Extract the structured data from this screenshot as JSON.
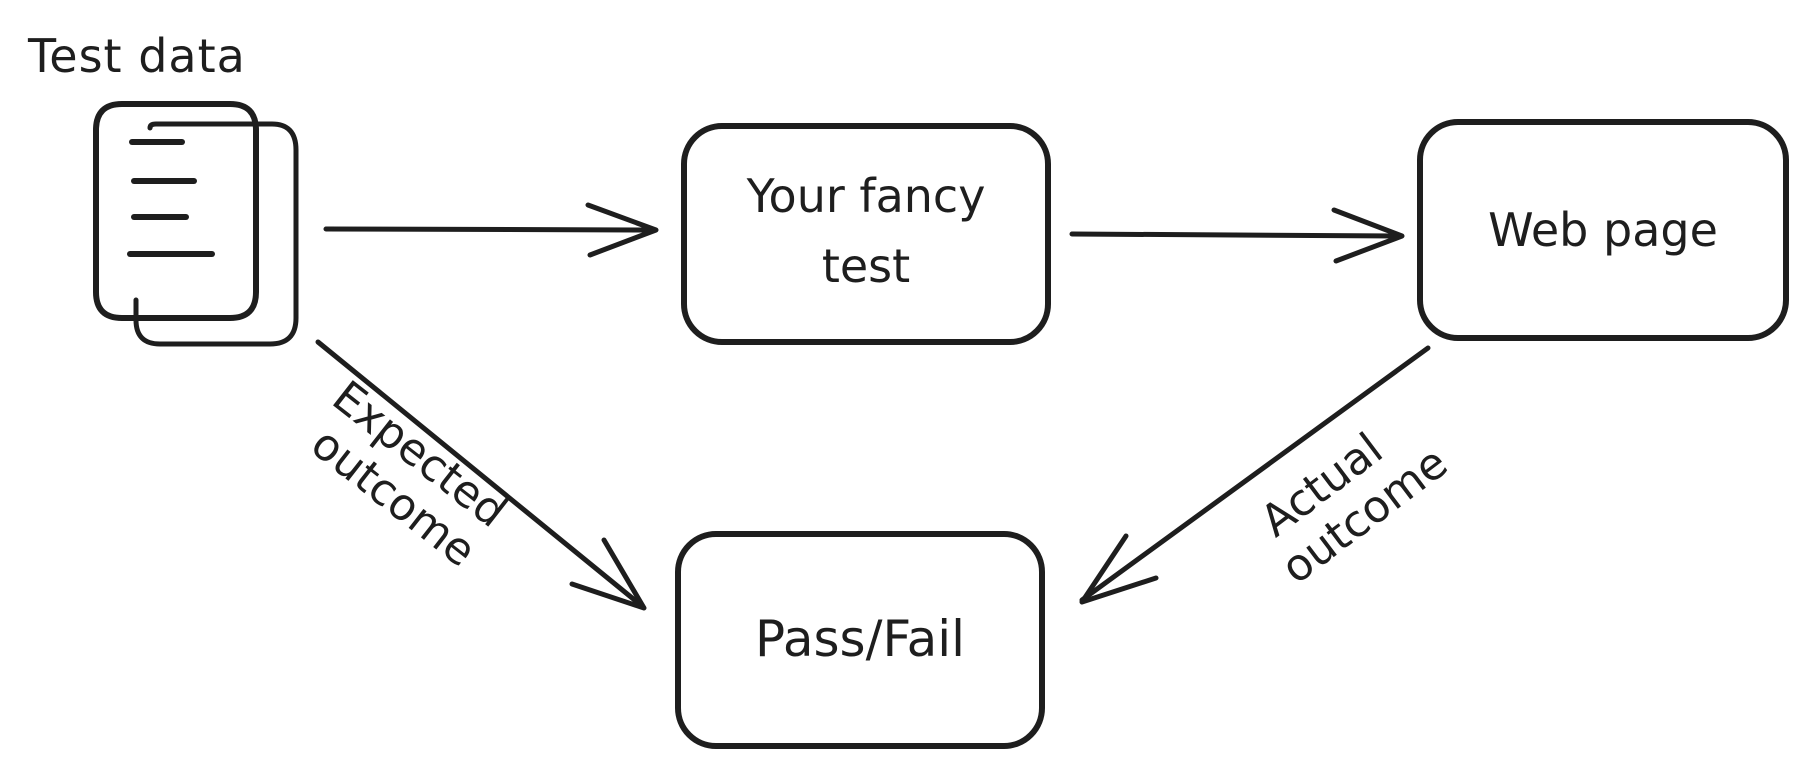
{
  "title": "Test data",
  "nodes": {
    "test_data": {
      "label": ""
    },
    "fancy_test": {
      "line1": "Your fancy",
      "line2": "test"
    },
    "web_page": {
      "label": "Web page"
    },
    "pass_fail": {
      "label": "Pass/Fail"
    }
  },
  "edges": {
    "expected": {
      "line1": "Expected",
      "line2": "outcome"
    },
    "actual": {
      "line1": "Actual",
      "line2": "outcome"
    }
  },
  "colors": {
    "document": "#a5d8ff",
    "test_box": "#ffc9c9",
    "web_box": "#ffc9c9",
    "result_box": "#b2f2bb",
    "ink": "#1e1e1e"
  }
}
